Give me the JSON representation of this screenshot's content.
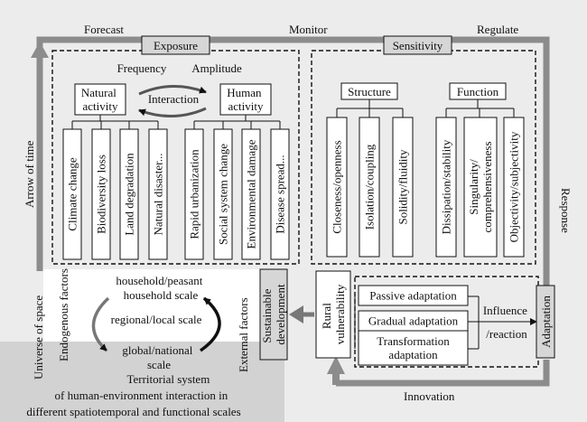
{
  "top_labels": {
    "forecast": "Forecast",
    "monitor": "Monitor",
    "regulate": "Regulate"
  },
  "side_labels": {
    "arrow_of_time": "Arrow of time",
    "response": "Response",
    "universe_of_space": "Universe of space",
    "innovation": "Innovation"
  },
  "exposure": {
    "title": "Exposure",
    "frequency": "Frequency",
    "amplitude": "Amplitude",
    "natural": [
      "Natural",
      "activity"
    ],
    "interaction": "Interaction",
    "human": [
      "Human",
      "activity"
    ],
    "natural_factors": [
      "Climate change",
      "Biodiversity loss",
      "Land degradation",
      "Natural disaster..."
    ],
    "human_factors": [
      "Rapid urbanization",
      "Social system change",
      "Environmental damage",
      "Disease spread..."
    ]
  },
  "sensitivity": {
    "title": "Sensitivity",
    "structure": "Structure",
    "function": "Function",
    "structure_items": [
      [
        "Closeness/openness"
      ],
      [
        "Isolation/coupling"
      ],
      [
        "Solidity/fluidity"
      ]
    ],
    "function_items": [
      [
        "Dissipation/stability"
      ],
      [
        "Singularity/",
        "comprehensiveness"
      ],
      [
        "Objectivity/subjectivity"
      ]
    ]
  },
  "scales": {
    "household": [
      "household/peasant",
      "household scale"
    ],
    "regional": "regional/local scale",
    "global": [
      "global/national",
      "scale"
    ],
    "endogenous": "Endogenous factors",
    "external": "External factors",
    "territorial": [
      "Territorial system",
      "of human-environment interaction in",
      "different spatiotemporal and functional scales"
    ]
  },
  "sustainable": [
    "Sustainable",
    "development"
  ],
  "rural": [
    "Rural",
    "vulnerability"
  ],
  "adaptation_types": [
    [
      "Passive adaptation"
    ],
    [
      "Gradual adaptation"
    ],
    [
      "Transformation",
      "adaptation"
    ]
  ],
  "influence": [
    "Influence",
    "/reaction"
  ],
  "adaptation": "Adaptation"
}
